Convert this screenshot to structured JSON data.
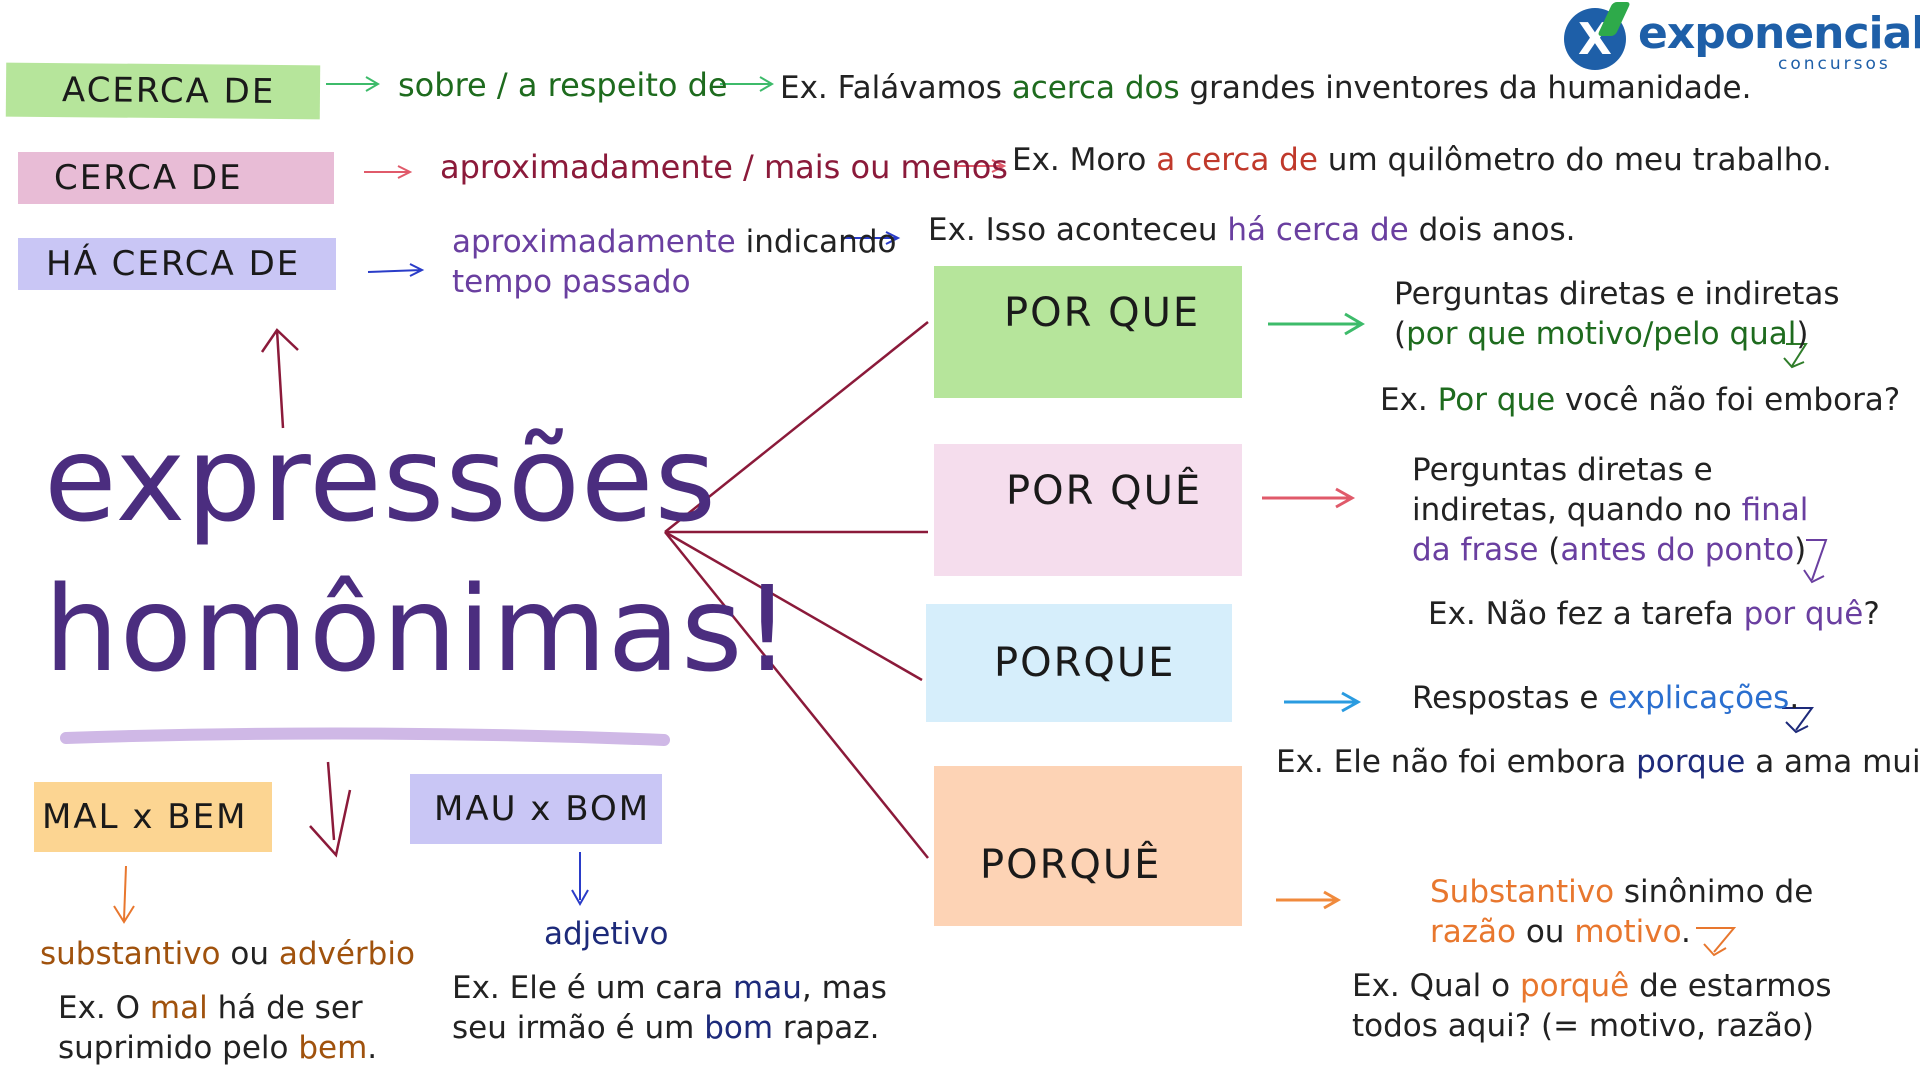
{
  "logo": {
    "brand": "exponencial",
    "sub": "concursos",
    "mark": "X",
    "color": "#1e5fa8",
    "accent": "#2eaa4a"
  },
  "title": {
    "line1": "expressões",
    "line2": "homônimas!",
    "color": "#4b2d7f"
  },
  "top_rows": [
    {
      "tag": "ACERCA DE",
      "meaning": [
        "sobre / a respeito de"
      ],
      "example_pre": "Ex. Falávamos ",
      "example_hl": "acerca dos",
      "example_post": " grandes inventores da humanidade.",
      "tag_color": "#b6e59b",
      "arrow_color": "#3dbb6a"
    },
    {
      "tag": "CERCA DE",
      "meaning": [
        "aproximadamente / mais ou menos"
      ],
      "example_pre": "Ex. Moro ",
      "example_hl": "a cerca de",
      "example_post": " um quilômetro do meu trabalho.",
      "tag_color": "#e8bcd6",
      "arrow_color": "#e05a6a"
    },
    {
      "tag": "HÁ CERCA DE",
      "meaning_hl": "aproximadamente",
      "meaning_rest": " indicando",
      "meaning_line2": "tempo passado",
      "example_pre": "Ex. Isso aconteceu ",
      "example_hl": "há cerca de",
      "example_post": " dois anos.",
      "tag_color": "#c9c6f5",
      "arrow_color": "#2a3cc8"
    }
  ],
  "por_que_boxes": [
    {
      "label": "POR QUE",
      "color": "#b6e59b",
      "arrow_color": "#3dbb6a",
      "desc1": "Perguntas diretas e indiretas",
      "desc2_open": "(",
      "desc2_hl": "por que motivo/pelo qual",
      "desc2_close": ")",
      "ex_pre": "Ex. ",
      "ex_hl": "Por que",
      "ex_post": " você não foi embora?"
    },
    {
      "label": "POR QUÊ",
      "color": "#f5dded",
      "arrow_color": "#e05a6a",
      "desc1": "Perguntas diretas e",
      "desc2": "indiretas, quando no ",
      "desc2_hl": "final",
      "desc3_hl": "da frase",
      "desc3_open": " (",
      "desc3_hl2": "antes do ponto",
      "desc3_close": ")",
      "ex_pre": "Ex. Não fez a tarefa ",
      "ex_hl": "por quê",
      "ex_post": "?"
    },
    {
      "label": "PORQUE",
      "color": "#d6eefb",
      "arrow_color": "#2a9be0",
      "desc1": "Respostas e ",
      "desc1_hl": "explicações",
      "desc1_post": ".",
      "ex_pre": "Ex. Ele não foi embora ",
      "ex_hl": "porque",
      "ex_post": " a ama muito."
    },
    {
      "label": "PORQUÊ",
      "color": "#fdd3b5",
      "arrow_color": "#f08a3c",
      "desc1_hl": "Substantivo",
      "desc1_post": " sinônimo de",
      "desc2_hl": "razão",
      "desc2_mid": " ou ",
      "desc2_hl2": "motivo",
      "desc2_post": ".",
      "ex_pre": "Ex. Qual o ",
      "ex_hl": "porquê",
      "ex_post": " de estarmos",
      "ex_line2": "todos aqui? (= motivo, razão)"
    }
  ],
  "bottom": {
    "mal_bem": {
      "tag": "MAL x BEM",
      "color": "#fcd592",
      "class_hl1": "substantivo",
      "class_mid": " ou ",
      "class_hl2": "advérbio",
      "ex1_pre": "Ex. O ",
      "ex1_hl": "mal",
      "ex1_post": " há de ser",
      "ex2_pre": "suprimido pelo ",
      "ex2_hl": "bem",
      "ex2_post": "."
    },
    "mau_bom": {
      "tag": "MAU x BOM",
      "color": "#c9c6f5",
      "class": "adjetivo",
      "ex1_pre": "Ex. Ele é um cara ",
      "ex1_hl": "mau",
      "ex1_post": ", mas",
      "ex2_pre": "seu irmão é um ",
      "ex2_hl": "bom",
      "ex2_post": " rapaz."
    }
  }
}
